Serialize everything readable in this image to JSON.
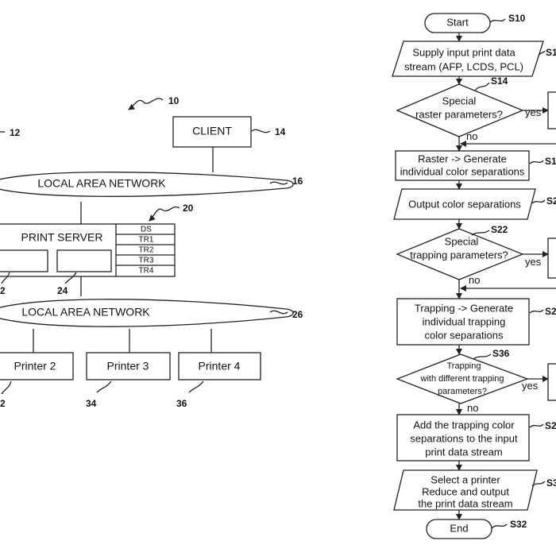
{
  "left": {
    "refs": {
      "system": "10",
      "left_item": "12",
      "client": "14",
      "lan1": "16",
      "table": "20",
      "left_box": "2",
      "right_box": "24",
      "lan2": "26",
      "printer2": "2",
      "printer3": "34",
      "printer4": "36"
    },
    "client_label": "CLIENT",
    "lan1_label": "LOCAL AREA NETWORK",
    "print_server_label": "PRINT SERVER",
    "lan2_label": "LOCAL AREA NETWORK",
    "table_rows": [
      "DS",
      "TR1",
      "TR2",
      "TR3",
      "TR4"
    ],
    "printers": [
      "Printer 2",
      "Printer 3",
      "Printer 4"
    ]
  },
  "flow": {
    "start": "Start",
    "start_step": "S10",
    "supply": [
      "Supply input print data",
      "stream (AFP, LCDS, PCL)"
    ],
    "supply_step": "S1",
    "dec1": [
      "Special",
      "raster parameters?"
    ],
    "dec1_step": "S14",
    "raster": [
      "Raster -> Generate",
      "individual color separations"
    ],
    "raster_step": "S1",
    "output": "Output color separations",
    "output_step": "S2",
    "dec2": [
      "Special",
      "trapping parameters?"
    ],
    "dec2_step": "S22",
    "trap": [
      "Trapping -> Generate",
      "individual trapping",
      "color separations"
    ],
    "trap_step": "S2",
    "dec3": [
      "Trapping",
      "with different trapping",
      "parameters?"
    ],
    "dec3_step": "S36",
    "add": [
      "Add the trapping color",
      "separations to the input",
      "print data stream"
    ],
    "add_step": "S2",
    "select": [
      "Select a printer",
      "Reduce and output",
      "the print data stream"
    ],
    "select_step": "S3",
    "end": "End",
    "end_step": "S32",
    "yes": "yes",
    "no": "no"
  }
}
